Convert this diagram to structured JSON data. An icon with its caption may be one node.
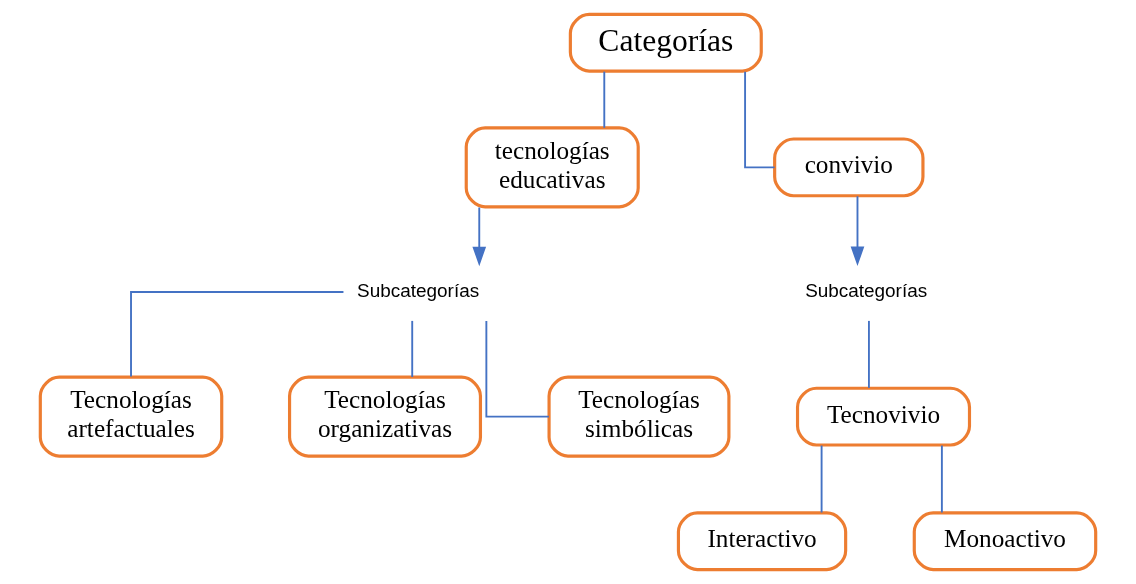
{
  "diagram": {
    "nodes": [
      {
        "text": [
          "Categorías"
        ]
      },
      {
        "text": [
          "tecnologías educativas"
        ]
      },
      {
        "text": [
          "convivio"
        ]
      },
      {
        "text": [
          "Subcategorías"
        ]
      },
      {
        "text": [
          "Tecnologías artefactuales"
        ]
      },
      {
        "text": [
          "Tecnologías organizativas"
        ]
      },
      {
        "text": [
          "Tecnologías simbólicas"
        ]
      },
      {
        "text": [
          "Subcategorías"
        ]
      },
      {
        "text": [
          "Tecnovivio"
        ]
      },
      {
        "text": [
          "Interactivo"
        ]
      },
      {
        "text": [
          "Monoactivo"
        ]
      }
    ],
    "edges": [
      {
        "from": 0,
        "to": 1,
        "arrow": "none"
      },
      {
        "from": 0,
        "to": 2,
        "arrow": "none"
      },
      {
        "from": 1,
        "to": 3,
        "arrow": "to"
      },
      {
        "from": 3,
        "to": 4,
        "arrow": "none"
      },
      {
        "from": 3,
        "to": 5,
        "arrow": "none"
      },
      {
        "from": 3,
        "to": 6,
        "arrow": "none"
      },
      {
        "from": 2,
        "to": 7,
        "arrow": "to"
      },
      {
        "from": 7,
        "to": 8,
        "arrow": "none"
      },
      {
        "from": 8,
        "to": 9,
        "arrow": "none"
      },
      {
        "from": 8,
        "to": 10,
        "arrow": "none"
      }
    ]
  }
}
